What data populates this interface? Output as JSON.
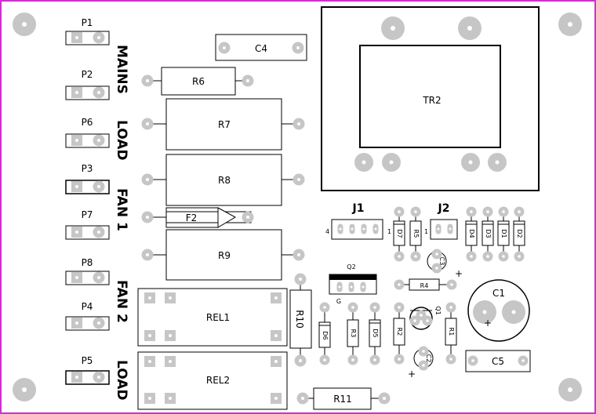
{
  "components": {
    "p1": "P1",
    "p2": "P2",
    "p6": "P6",
    "p3": "P3",
    "p7": "P7",
    "p8": "P8",
    "p4": "P4",
    "p5": "P5",
    "c4": "C4",
    "r6": "R6",
    "r7": "R7",
    "r8": "R8",
    "f2": "F2",
    "r9": "R9",
    "rel1": "REL1",
    "rel2": "REL2",
    "r10": "R10",
    "r11": "R11",
    "tr2": "TR2",
    "j1": "J1",
    "j2": "J2",
    "d7": "D7",
    "r5": "R5",
    "d4": "D4",
    "d3": "D3",
    "d1": "D1",
    "d2": "D2",
    "c3": "C3",
    "q2": "Q2",
    "g": "G",
    "r4": "R4",
    "c1": "C1",
    "d6": "D6",
    "r3": "R3",
    "d5": "D5",
    "r2": "R2",
    "q1": "Q1",
    "r1": "R1",
    "c2": "C2",
    "c5": "C5"
  },
  "side_labels": {
    "mains": "MAINS",
    "load_top": "LOAD",
    "fan1": "FAN 1",
    "fan2": "FAN 2",
    "load_bottom": "LOAD"
  },
  "pin_marks": {
    "j1_left": "4",
    "j1_right": "1",
    "j2_left": "1",
    "c3_plus": "+",
    "c1_plus": "+",
    "c2_plus": "+"
  }
}
